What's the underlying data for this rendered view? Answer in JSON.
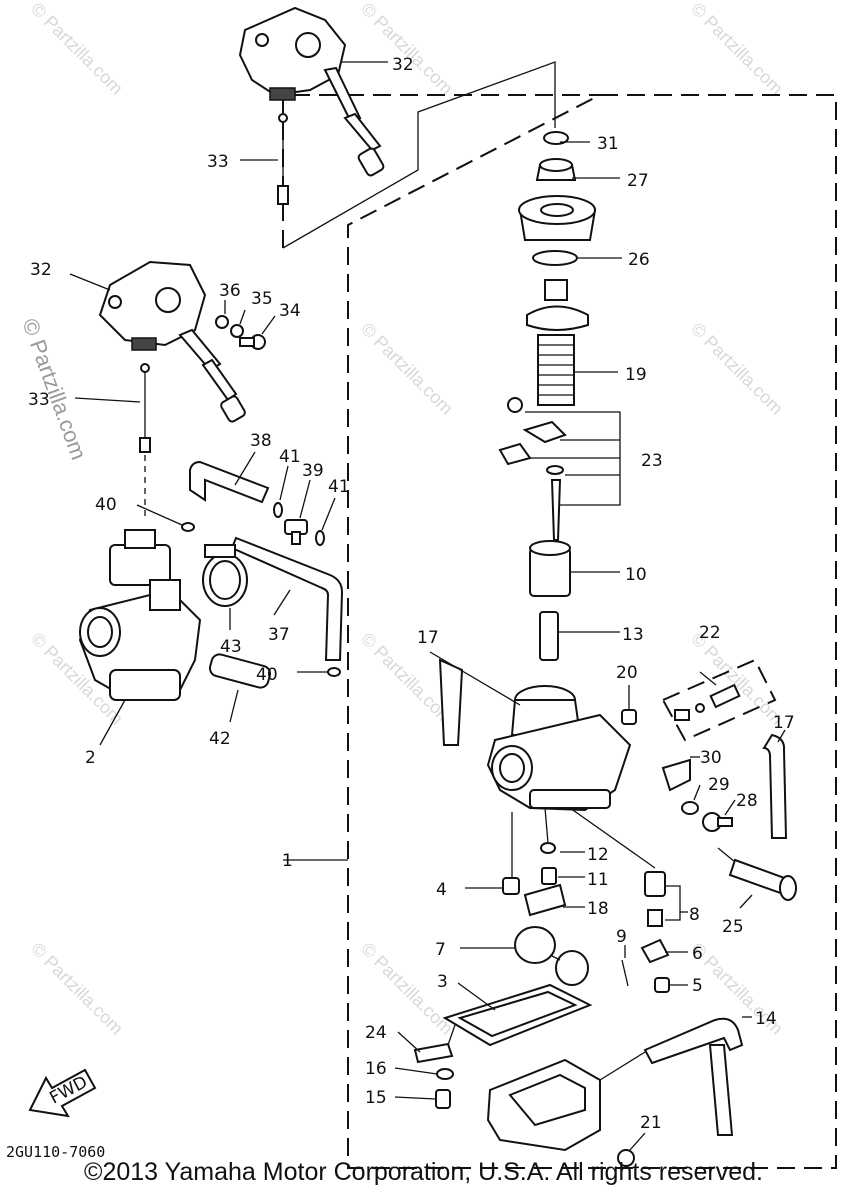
{
  "diagram_code": "2GU110-7060",
  "copyright": "©2013 Yamaha Motor Corporation, U.S.A. All rights reserved.",
  "fwd_label": "FWD",
  "watermarks": {
    "small": "© Partzilla.com",
    "large": "© Partzilla.com"
  },
  "callouts": {
    "c1": "1",
    "c2": "2",
    "c3": "3",
    "c4": "4",
    "c5": "5",
    "c6": "6",
    "c7": "7",
    "c8": "8",
    "c9": "9",
    "c10": "10",
    "c11": "11",
    "c12": "12",
    "c13": "13",
    "c14": "14",
    "c15": "15",
    "c16": "16",
    "c17a": "17",
    "c17b": "17",
    "c18": "18",
    "c19": "19",
    "c20": "20",
    "c21": "21",
    "c22": "22",
    "c23": "23",
    "c24": "24",
    "c25": "25",
    "c26": "26",
    "c27": "27",
    "c28": "28",
    "c29": "29",
    "c30": "30",
    "c31": "31",
    "c32a": "32",
    "c32b": "32",
    "c33a": "33",
    "c33b": "33",
    "c34": "34",
    "c35": "35",
    "c36": "36",
    "c37": "37",
    "c38": "38",
    "c39": "39",
    "c40a": "40",
    "c40b": "40",
    "c41a": "41",
    "c41b": "41",
    "c42": "42",
    "c43": "43"
  }
}
